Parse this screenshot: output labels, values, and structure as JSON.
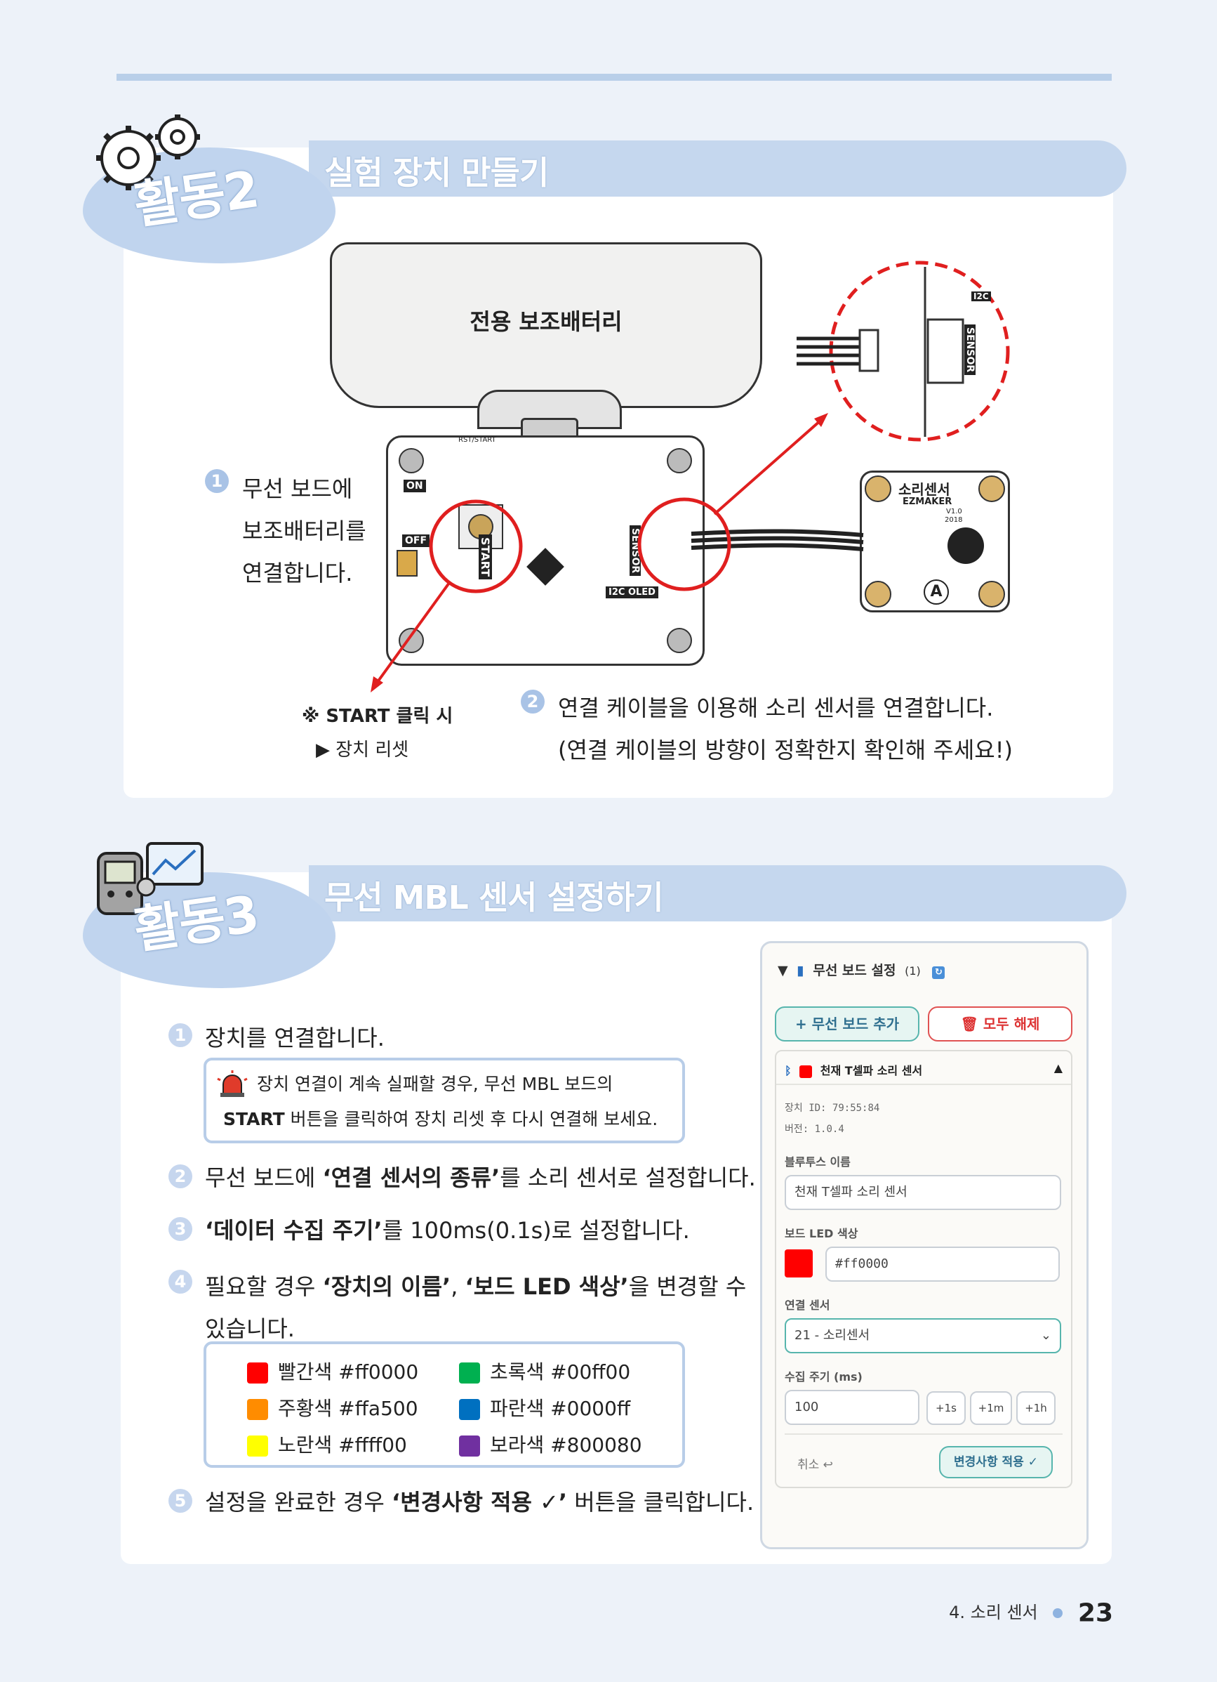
{
  "section2": {
    "activity": "활동2",
    "title": "실험 장치 만들기",
    "battery_label": "전용 보조배터리",
    "step1_num": "1",
    "step1_lines": [
      "무선 보드에",
      "보조배터리를",
      "연결합니다."
    ],
    "start_note_line1": "※ START 클릭 시",
    "start_note_line2": "▶ 장치 리셋",
    "step2_num": "2",
    "step2_line1": "연결 케이블을 이용해 소리 센서를 연결합니다.",
    "step2_line2": "(연결 케이블의 방향이 정확한지 확인해 주세요!)",
    "board": {
      "on": "ON",
      "off": "OFF",
      "start": "START",
      "sensor": "SENSOR",
      "oled": "I2C OLED",
      "rst": "RST/START"
    },
    "sensor_module": {
      "title": "소리센서",
      "brand": "EZMAKER",
      "version": "V1.0",
      "year": "2018",
      "letter": "A"
    },
    "zoom": {
      "sensor": "SENSOR",
      "i2c": "I2C"
    }
  },
  "section3": {
    "activity": "활동3",
    "title": "무선 MBL 센서 설정하기",
    "steps": [
      {
        "num": "1",
        "text": "장치를 연결합니다."
      },
      {
        "num": "2",
        "pre": "무선 보드에 ",
        "bold": "‘연결 센서의 종류’",
        "post": "를 소리 센서로 설정합니다."
      },
      {
        "num": "3",
        "pre": "",
        "bold": "‘데이터 수집 주기’",
        "post": "를 100ms(0.1s)로 설정합니다."
      },
      {
        "num": "4",
        "pre": "필요할 경우 ",
        "bold": "‘장치의 이름’",
        "mid": ", ",
        "bold2": "‘보드 LED 색상’",
        "post": "을 변경할 수",
        "cont": "있습니다."
      },
      {
        "num": "5",
        "pre": "설정을 완료한 경우 ",
        "bold": "‘변경사항 적용 ✓’",
        "post": " 버튼을 클릭합니다."
      }
    ],
    "warning_line1": "장치 연결이 계속 실패할 경우, 무선 MBL 보드의",
    "warning_line2_bold": "START",
    "warning_line2_rest": " 버튼을 클릭하여 장치 리셋 후 다시 연결해 보세요.",
    "colors": [
      {
        "label": "빨간색 #ff0000",
        "hex": "#ff0000"
      },
      {
        "label": "초록색 #00ff00",
        "hex": "#00b050"
      },
      {
        "label": "주황색 #ffa500",
        "hex": "#ff8c00"
      },
      {
        "label": "파란색 #0000ff",
        "hex": "#0070c0"
      },
      {
        "label": "노란색 #ffff00",
        "hex": "#ffff00"
      },
      {
        "label": "보라색 #800080",
        "hex": "#7030a0"
      }
    ],
    "panel": {
      "header": "무선 보드 설정",
      "count": "(1)",
      "add_btn": "무선 보드 추가",
      "clear_btn": "모두 해제",
      "device_name": "천재 T셀파 소리 센서",
      "device_id": "장치 ID: 79:55:84",
      "version": "버전: 1.0.4",
      "bt_name_label": "블루투스 이름",
      "bt_name_value": "천재 T셀파 소리 센서",
      "led_label": "보드 LED 색상",
      "led_value": "#ff0000",
      "sensor_label": "연결 센서",
      "sensor_value": "21 - 소리센서",
      "period_label": "수집 주기 (ms)",
      "period_value": "100",
      "inc_buttons": [
        "+1s",
        "+1m",
        "+1h"
      ],
      "cancel": "취소 ↩",
      "apply": "변경사항 적용 ✓"
    }
  },
  "footer": {
    "chapter": "4. 소리 센서",
    "page": "23"
  }
}
